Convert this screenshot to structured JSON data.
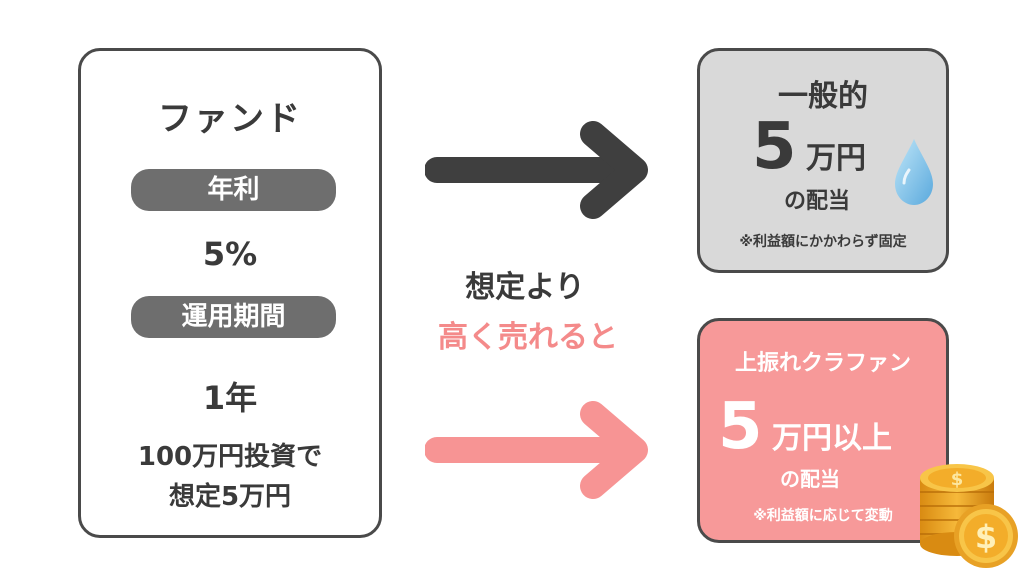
{
  "fund": {
    "title": "ファンド",
    "rate_label": "年利",
    "rate_value": "5%",
    "period_label": "運用期間",
    "period_value": "1年",
    "note_line1": "100万円投資で",
    "note_line2": "想定5万円"
  },
  "middle": {
    "line1": "想定より",
    "line2": "高く売れると"
  },
  "general": {
    "title": "一般的",
    "amount_number": "5",
    "amount_unit": "万円",
    "dividend": "の配当",
    "note": "※利益額にかかわらず固定"
  },
  "upside": {
    "title": "上振れクラファン",
    "amount_number": "5",
    "amount_unit": "万円以上",
    "dividend": "の配当",
    "note": "※利益額に応じて変動"
  },
  "colors": {
    "dark_arrow": "#3f3f3f",
    "pink_arrow": "#f79494",
    "pink_text": "#f48a8a",
    "pill": "#6e6e6e",
    "general_bg": "#d9d9d9",
    "upside_bg": "#f79999"
  },
  "icons": [
    "water-drop-icon",
    "gold-coins-icon",
    "right-arrow-icon"
  ]
}
